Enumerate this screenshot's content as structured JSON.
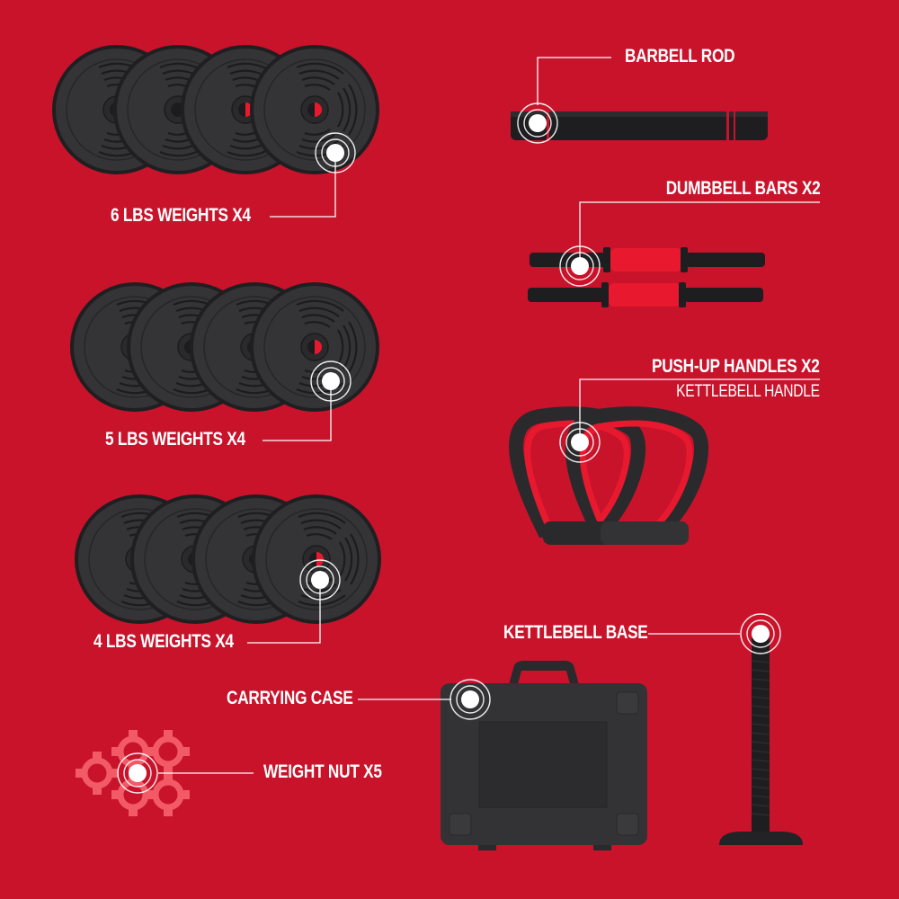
{
  "colors": {
    "background": "#c8132b",
    "equipment_dark": "#2f2f31",
    "equipment_edge": "#1f1f21",
    "accent_red": "#e8192f",
    "nut_pink": "#f25a66",
    "callout": "#ffffff"
  },
  "items": [
    {
      "id": "weights-6lbs",
      "label": "6 LBS WEIGHTS X4",
      "icon": "weight-plate-icon",
      "count": 4,
      "weight_lbs": 6
    },
    {
      "id": "weights-5lbs",
      "label": "5 LBS WEIGHTS X4",
      "icon": "weight-plate-icon",
      "count": 4,
      "weight_lbs": 5
    },
    {
      "id": "weights-4lbs",
      "label": "4 LBS WEIGHTS X4",
      "icon": "weight-plate-icon",
      "count": 4,
      "weight_lbs": 4
    },
    {
      "id": "weight-nut",
      "label": "WEIGHT NUT X5",
      "icon": "gear-nut-icon",
      "count": 5
    },
    {
      "id": "barbell-rod",
      "label": "BARBELL ROD",
      "icon": "barbell-rod-icon",
      "count": 1
    },
    {
      "id": "dumbbell-bars",
      "label": "DUMBBELL BARS X2",
      "icon": "dumbbell-bar-icon",
      "count": 2
    },
    {
      "id": "pushup-handles",
      "label": "PUSH-UP HANDLES X2",
      "sublabel": "KETTLEBELL HANDLE",
      "icon": "kettlebell-handle-icon",
      "count": 2
    },
    {
      "id": "kettlebell-base",
      "label": "KETTLEBELL BASE",
      "icon": "kettlebell-base-icon",
      "count": 1
    },
    {
      "id": "carrying-case",
      "label": "CARRYING CASE",
      "icon": "carrying-case-icon",
      "count": 1
    }
  ]
}
